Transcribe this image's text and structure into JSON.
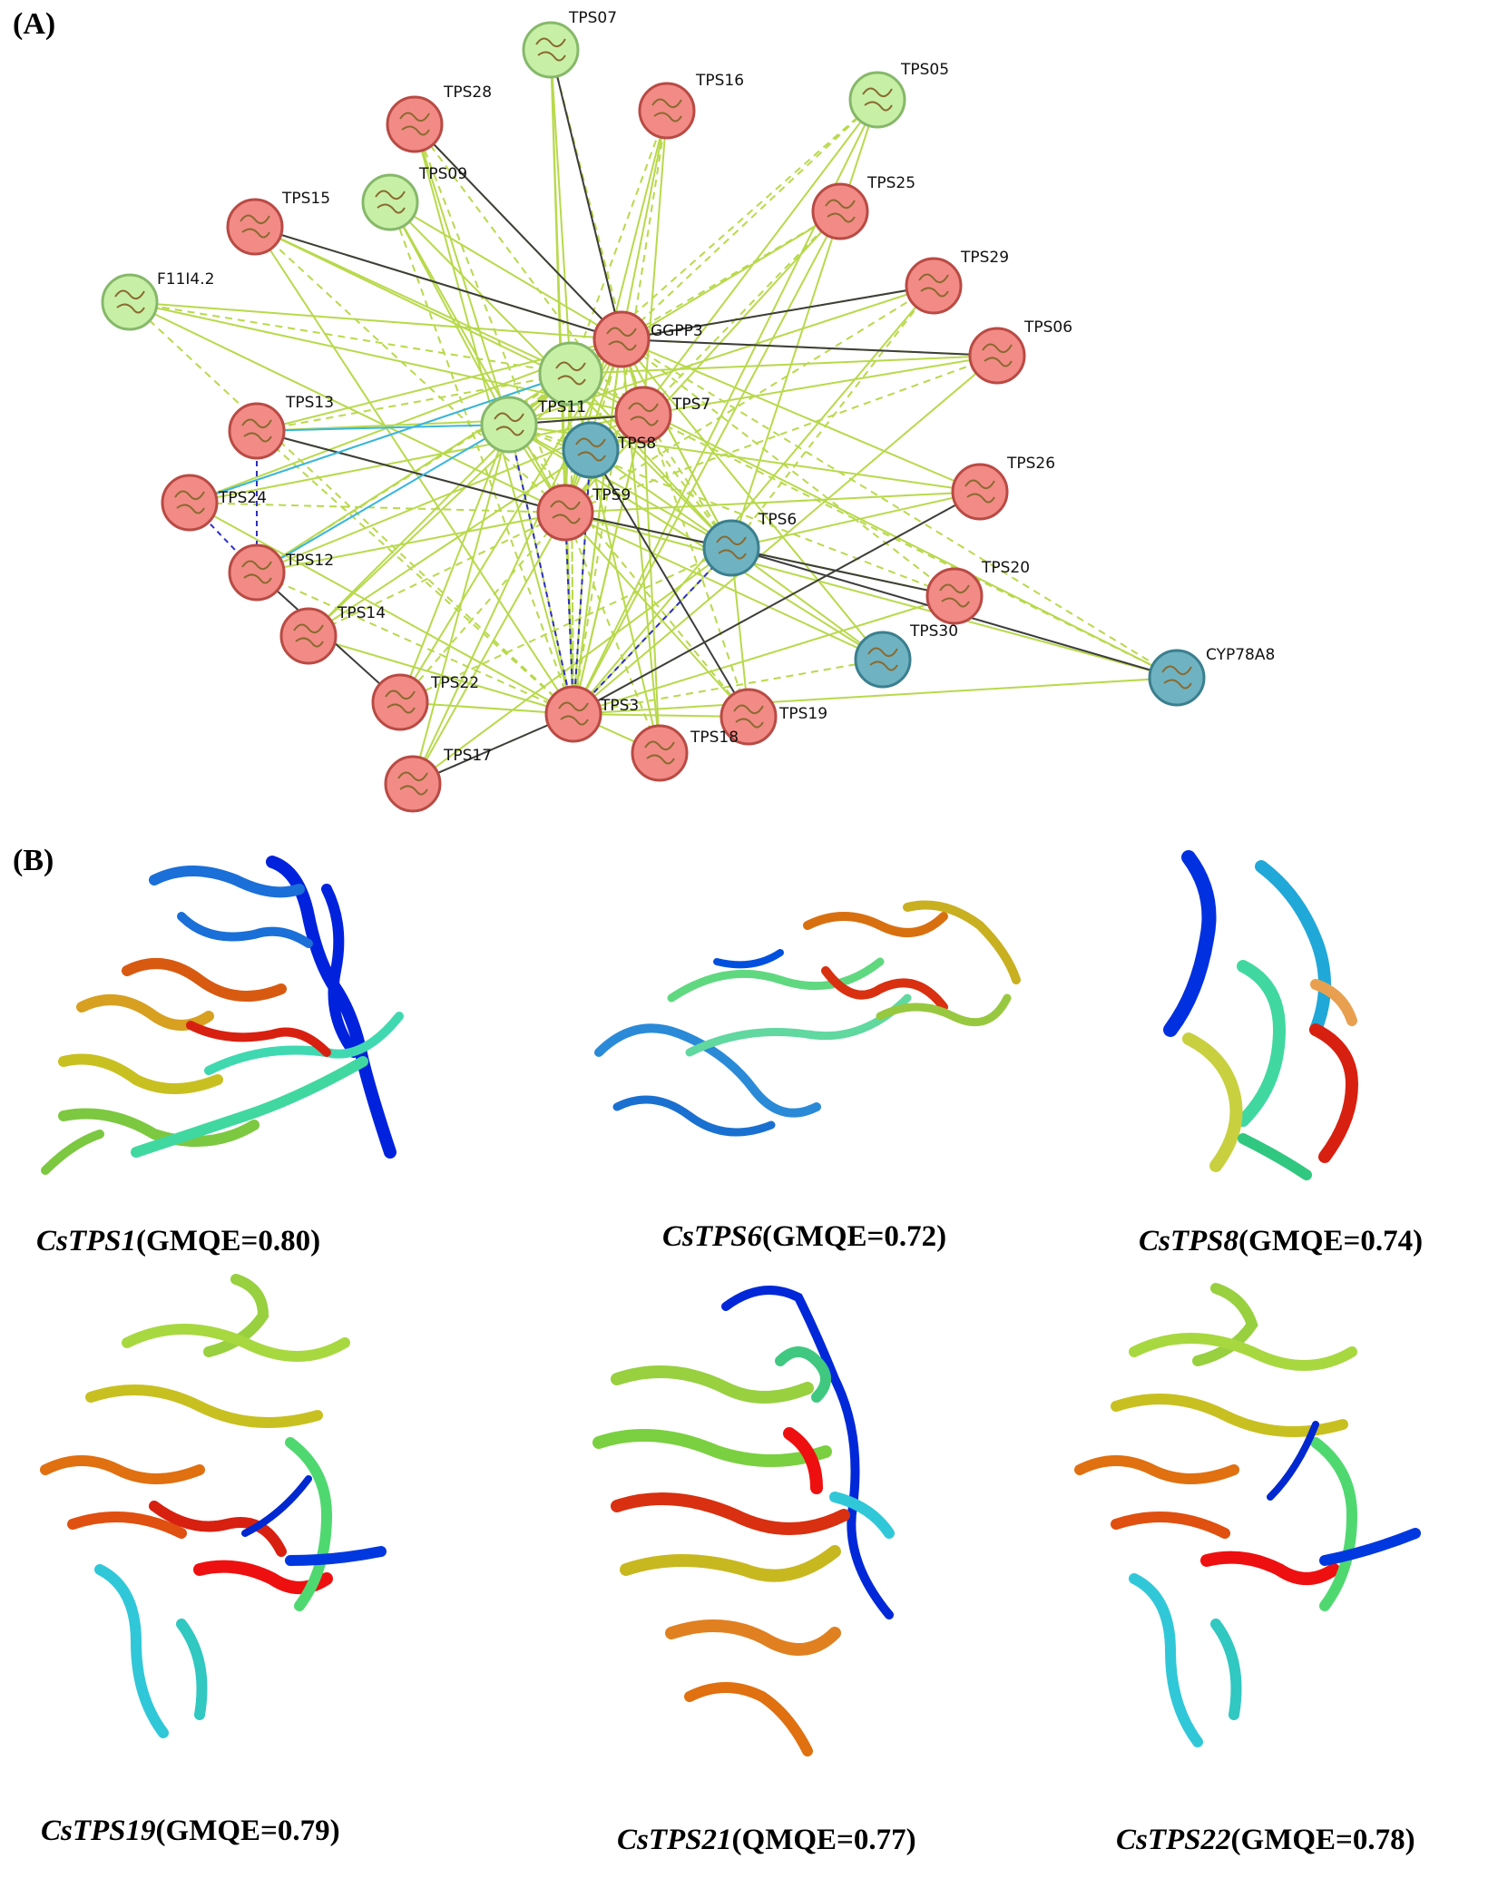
{
  "panel_a": {
    "label": "(A)",
    "colors": {
      "red": "#f28b85",
      "green": "#c7f0a6",
      "blue": "#6fb3c2",
      "edge_main": "#b8d94b",
      "edge_dark": "#3d3d3d",
      "edge_blue": "#2e2ec8",
      "edge_cyan": "#38b6e0"
    },
    "nodes": [
      {
        "id": "TPS07",
        "label": "TPS07",
        "color": "green"
      },
      {
        "id": "TPS28",
        "label": "TPS28",
        "color": "red"
      },
      {
        "id": "TPS16",
        "label": "TPS16",
        "color": "red"
      },
      {
        "id": "TPS05",
        "label": "TPS05",
        "color": "green"
      },
      {
        "id": "TPS15",
        "label": "TPS15",
        "color": "red"
      },
      {
        "id": "TPS09",
        "label": "TPS09",
        "color": "green"
      },
      {
        "id": "TPS25",
        "label": "TPS25",
        "color": "red"
      },
      {
        "id": "TPS29",
        "label": "TPS29",
        "color": "red"
      },
      {
        "id": "F11I4.2",
        "label": "F11I4.2",
        "color": "green"
      },
      {
        "id": "GGPP3",
        "label": "GGPP3",
        "color": "red"
      },
      {
        "id": "TPS06",
        "label": "TPS06",
        "color": "red"
      },
      {
        "id": "HUB",
        "label": "",
        "color": "green"
      },
      {
        "id": "TPS11",
        "label": "TPS11",
        "color": "green"
      },
      {
        "id": "TPS7",
        "label": "TPS7",
        "color": "red"
      },
      {
        "id": "TPS13",
        "label": "TPS13",
        "color": "red"
      },
      {
        "id": "TPS8",
        "label": "TPS8",
        "color": "blue"
      },
      {
        "id": "TPS24",
        "label": "TPS24",
        "color": "red"
      },
      {
        "id": "TPS26",
        "label": "TPS26",
        "color": "red"
      },
      {
        "id": "TPS9",
        "label": "TPS9",
        "color": "red"
      },
      {
        "id": "TPS6",
        "label": "TPS6",
        "color": "blue"
      },
      {
        "id": "TPS12",
        "label": "TPS12",
        "color": "red"
      },
      {
        "id": "TPS20",
        "label": "TPS20",
        "color": "red"
      },
      {
        "id": "TPS14",
        "label": "TPS14",
        "color": "red"
      },
      {
        "id": "TPS30",
        "label": "TPS30",
        "color": "blue"
      },
      {
        "id": "CYP78A8",
        "label": "CYP78A8",
        "color": "blue"
      },
      {
        "id": "TPS22",
        "label": "TPS22",
        "color": "red"
      },
      {
        "id": "TPS3",
        "label": "TPS3",
        "color": "red"
      },
      {
        "id": "TPS19",
        "label": "TPS19",
        "color": "red"
      },
      {
        "id": "TPS18",
        "label": "TPS18",
        "color": "red"
      },
      {
        "id": "TPS17",
        "label": "TPS17",
        "color": "red"
      }
    ]
  },
  "panel_b": {
    "label": "(B)",
    "structures": [
      {
        "gene": "CsTPS1",
        "metric": "(GMQE=0.80)"
      },
      {
        "gene": "CsTPS6",
        "metric": "(GMQE=0.72)"
      },
      {
        "gene": "CsTPS8",
        "metric": "(GMQE=0.74)"
      },
      {
        "gene": "CsTPS19",
        "metric": "(GMQE=0.79)"
      },
      {
        "gene": "CsTPS21",
        "metric": "(QMQE=0.77)"
      },
      {
        "gene": "CsTPS22",
        "metric": "(GMQE=0.78)"
      }
    ]
  }
}
